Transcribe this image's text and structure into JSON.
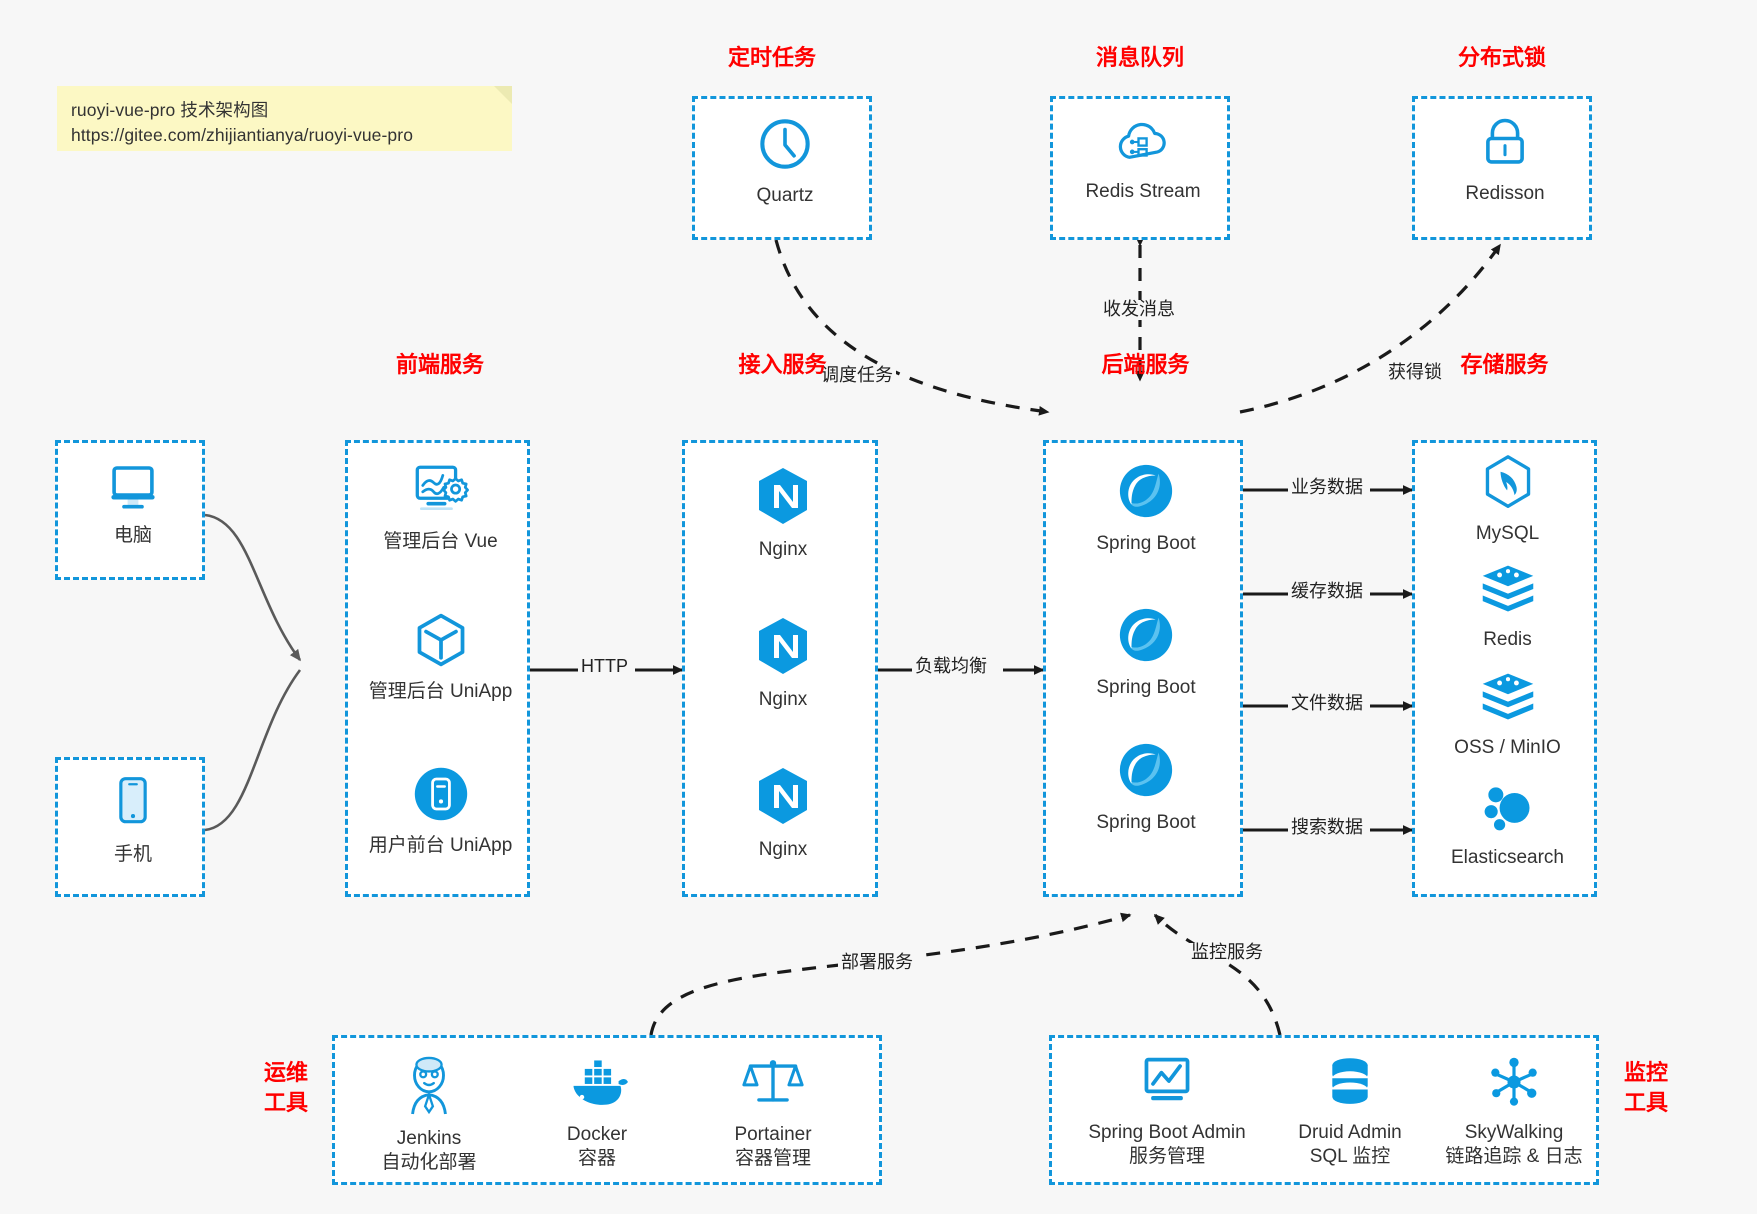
{
  "note": {
    "line1": "ruoyi-vue-pro 技术架构图",
    "line2": "https://gitee.com/zhijiantianya/ruoyi-vue-pro"
  },
  "colors": {
    "accent": "#1296db",
    "title": "#ff0000",
    "bg": "#f7f7f7",
    "note_bg": "#fcf8c4",
    "edge": "#222222",
    "curve": "#4d4d4d"
  },
  "groups": {
    "scheduler": {
      "title": "定时任务"
    },
    "mq": {
      "title": "消息队列"
    },
    "lock": {
      "title": "分布式锁"
    },
    "frontend": {
      "title": "前端服务"
    },
    "gateway": {
      "title": "接入服务"
    },
    "backend": {
      "title": "后端服务"
    },
    "storage": {
      "title": "存储服务"
    },
    "devops": {
      "title": "运维\n工具",
      "line1": "运维",
      "line2": "工具"
    },
    "monitor": {
      "title": "监控\n工具",
      "line1": "监控",
      "line2": "工具"
    }
  },
  "nodes": {
    "quartz": {
      "label": "Quartz",
      "icon": "clock-icon"
    },
    "redis_stream": {
      "label": "Redis Stream",
      "icon": "cloud-stream-icon"
    },
    "redisson": {
      "label": "Redisson",
      "icon": "lock-icon"
    },
    "pc": {
      "label": "电脑",
      "icon": "desktop-monitor-icon"
    },
    "mobile": {
      "label": "手机",
      "icon": "smartphone-icon"
    },
    "admin_vue": {
      "label": "管理后台 Vue",
      "icon": "dashboard-gear-icon"
    },
    "admin_uniapp": {
      "label": "管理后台 UniApp",
      "icon": "cube-icon"
    },
    "user_uniapp": {
      "label": "用户前台 UniApp",
      "icon": "mobile-circle-icon"
    },
    "nginx1": {
      "label": "Nginx",
      "icon": "nginx-icon"
    },
    "nginx2": {
      "label": "Nginx",
      "icon": "nginx-icon"
    },
    "nginx3": {
      "label": "Nginx",
      "icon": "nginx-icon"
    },
    "springboot1": {
      "label": "Spring Boot",
      "icon": "spring-boot-icon"
    },
    "springboot2": {
      "label": "Spring Boot",
      "icon": "spring-boot-icon"
    },
    "springboot3": {
      "label": "Spring Boot",
      "icon": "spring-boot-icon"
    },
    "mysql": {
      "label": "MySQL",
      "icon": "mysql-dolphin-icon"
    },
    "redis": {
      "label": "Redis",
      "icon": "redis-stack-icon"
    },
    "oss": {
      "label": "OSS / MinIO",
      "icon": "redis-stack-icon"
    },
    "elasticsearch": {
      "label": "Elasticsearch",
      "icon": "elasticsearch-icon"
    },
    "jenkins": {
      "label": "Jenkins",
      "sublabel": "自动化部署",
      "icon": "jenkins-butler-icon"
    },
    "docker": {
      "label": "Docker",
      "sublabel": "容器",
      "icon": "docker-whale-icon"
    },
    "portainer": {
      "label": "Portainer",
      "sublabel": "容器管理",
      "icon": "scales-icon"
    },
    "sba": {
      "label": "Spring Boot Admin",
      "sublabel": "服务管理",
      "icon": "monitor-chart-icon"
    },
    "druid": {
      "label": "Druid Admin",
      "sublabel": "SQL 监控",
      "icon": "database-icon"
    },
    "skywalking": {
      "label": "SkyWalking",
      "sublabel": "链路追踪 & 日志",
      "icon": "network-nodes-icon"
    }
  },
  "edges": {
    "schedule_task": "调度任务",
    "send_receive_message": "收发消息",
    "acquire_lock": "获得锁",
    "http": "HTTP",
    "load_balance": "负载均衡",
    "business_data": "业务数据",
    "cache_data": "缓存数据",
    "file_data": "文件数据",
    "search_data": "搜索数据",
    "deploy_service": "部署服务",
    "monitor_service": "监控服务"
  }
}
